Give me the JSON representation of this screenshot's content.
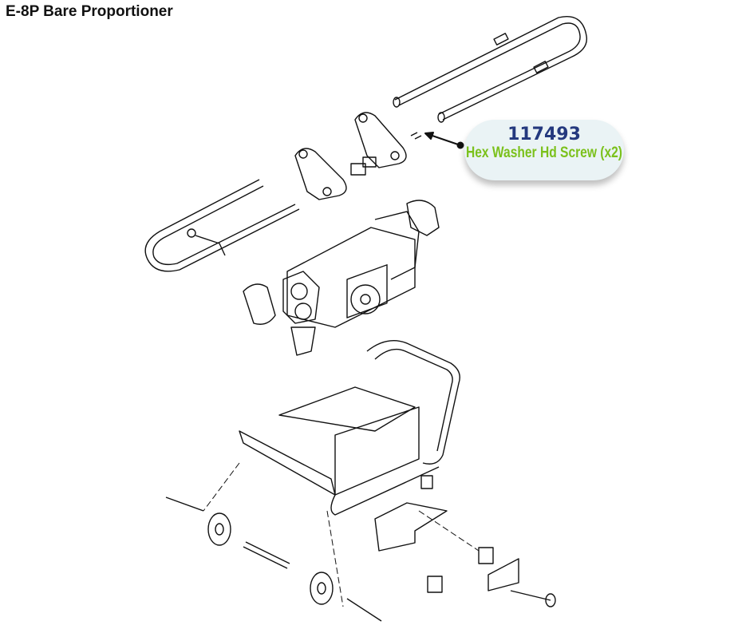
{
  "title": "E-8P Bare Proportioner",
  "callout": {
    "part_number": "117493",
    "description": "Hex Washer Hd Screw (x2)",
    "part_number_color": "#24397e",
    "description_color": "#7bc11c"
  }
}
